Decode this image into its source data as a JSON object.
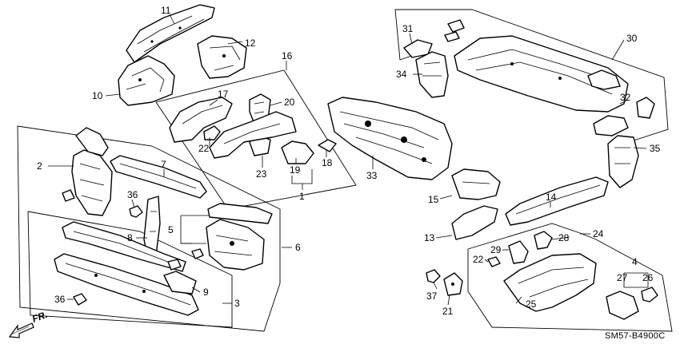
{
  "diagram": {
    "part_labels": [
      "11",
      "12",
      "10",
      "16",
      "17",
      "20",
      "22",
      "23",
      "19",
      "18",
      "1",
      "33",
      "31",
      "34",
      "30",
      "32",
      "35",
      "2",
      "7",
      "36",
      "8",
      "5",
      "6",
      "3",
      "9",
      "36",
      "14",
      "15",
      "13",
      "28",
      "24",
      "29",
      "22",
      "4",
      "27",
      "26",
      "37",
      "21",
      "25"
    ],
    "drawing_code": "SM57-B4900C",
    "direction_label": "FR."
  },
  "colors": {
    "ink": "#000000",
    "paper": "#ffffff"
  }
}
